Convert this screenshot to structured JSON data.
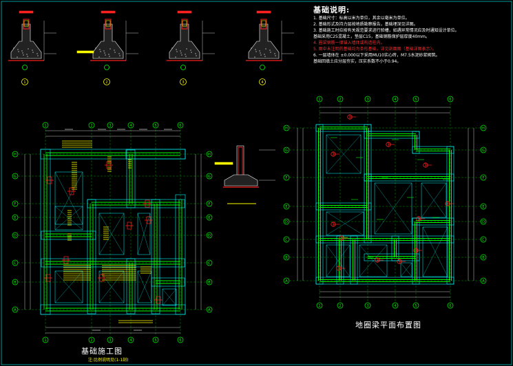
{
  "notes": {
    "title": "基础说明:",
    "lines": [
      {
        "text": "1. 基础尺寸：标高以米为单位，其余以毫米为单位。",
        "color": "white"
      },
      {
        "text": "2. 基础形式及持力层按地质勘察报告，基础埋深见详图。",
        "color": "white"
      },
      {
        "text": "3. 基础施工时应按有关规范要求进行验槽，如遇异常情况应及时通知设计单位。",
        "color": "white"
      },
      {
        "text": "   基础采用C25混凝土，垫层C15，基础钢筋保护层厚度40mm。",
        "color": "white"
      },
      {
        "text": "4. 圈梁钢筋一律锚入墙体或构造柱内。",
        "color": "red"
      },
      {
        "text": "5. 图中未注明的基础均为条形基础，详见剖面图（基础详图表示）。",
        "color": "red"
      },
      {
        "text": "6. 一层墙体在 ±0.000以下采用MU10实心砖，M7.5水泥砂浆砌筑。",
        "color": "white"
      },
      {
        "text": "   基础回填土应分层夯实，压实系数不小于0.94。",
        "color": "white"
      }
    ]
  },
  "drawings": {
    "left_title": "基础施工图",
    "left_subtitle": "注:比例说明见(1-1剖)",
    "right_title": "地圈梁平面布置图"
  },
  "section_marks": [
    "1",
    "2",
    "3",
    "4"
  ],
  "axis_numbers": [
    "1",
    "2",
    "3",
    "4",
    "5",
    "6"
  ],
  "axis_letters": [
    "H",
    "G",
    "F",
    "E",
    "D",
    "C",
    "B",
    "A"
  ],
  "colors": {
    "background": "#000000",
    "wall_cyan": "#00ffff",
    "beam_green": "#00ff00",
    "text_yellow": "#ffff00",
    "mark_red": "#ff2020",
    "dim_white": "#ffffff"
  }
}
